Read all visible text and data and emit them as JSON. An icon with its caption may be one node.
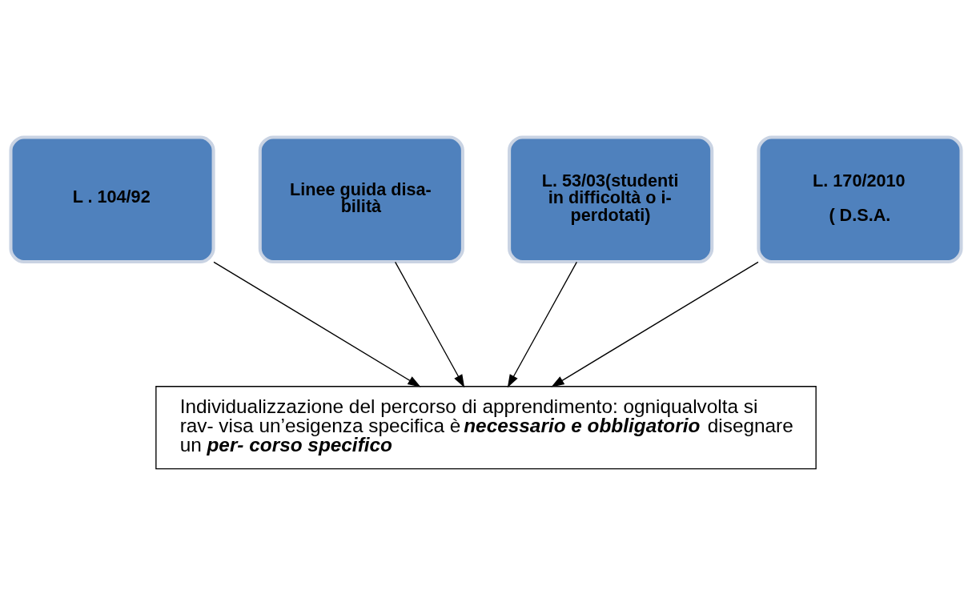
{
  "diagram": {
    "nodes": [
      {
        "text": [
          "L . 104/92"
        ]
      },
      {
        "text": [
          "Linee guida disa- bilità"
        ]
      },
      {
        "text": [
          "L. 53/03(studenti in difficoltà o i- perdotati)"
        ]
      },
      {
        "text": [
          "L. 170/2010",
          "( D.S.A."
        ]
      },
      {
        "text": [
          "Individualizzazione del percorso di apprendimento: ogniqualvolta si rav- visa un’esigenza specifica è **necessario e obbligatorio** disegnare un **per- corso specifico**"
        ]
      }
    ],
    "edges": [
      {
        "from": 0,
        "to": 4,
        "arrow": "to"
      },
      {
        "from": 1,
        "to": 4,
        "arrow": "to"
      },
      {
        "from": 2,
        "to": 4,
        "arrow": "to"
      },
      {
        "from": 3,
        "to": 4,
        "arrow": "to"
      }
    ]
  }
}
